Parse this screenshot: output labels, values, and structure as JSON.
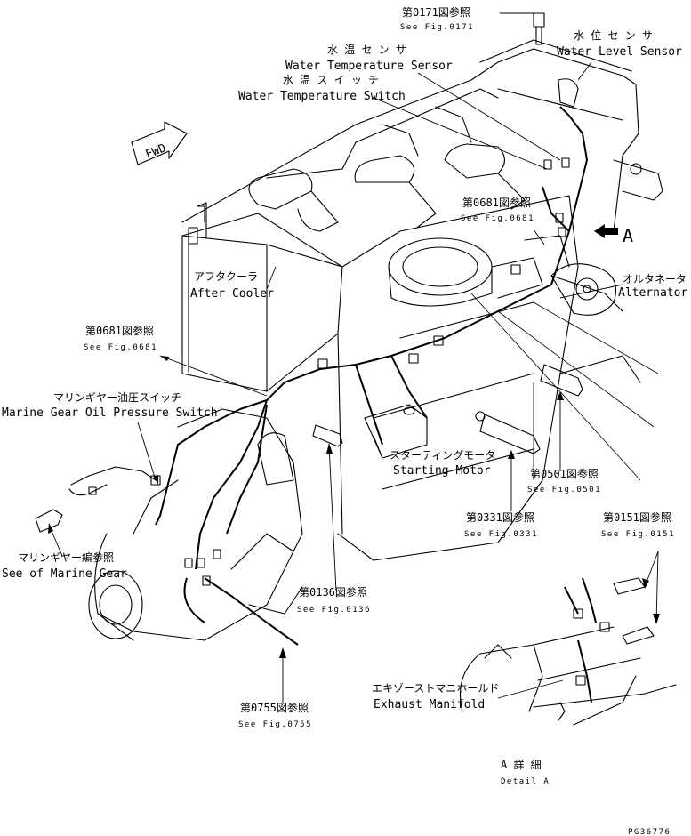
{
  "drawing": {
    "code": "PG36776",
    "forward_badge": "FWD",
    "view_marker": "A"
  },
  "labels": {
    "ref_0171_jp": "第0171図参照",
    "ref_0171_en": "See Fig.0171",
    "water_level_sensor_jp": "水 位 セ ン サ",
    "water_level_sensor_en": "Water Level Sensor",
    "water_temp_sensor_jp": "水 温 セ ン サ",
    "water_temp_sensor_en": "Water Temperature Sensor",
    "water_temp_switch_jp": "水 温 ス イ ッ チ",
    "water_temp_switch_en": "Water Temperature Switch",
    "ref_0681_top_jp": "第0681図参照",
    "ref_0681_top_en": "See Fig.0681",
    "alternator_jp": "オルタネータ",
    "alternator_en": "Alternator",
    "after_cooler_jp": "アフタクーラ",
    "after_cooler_en": "After Cooler",
    "ref_0681_left_jp": "第0681図参照",
    "ref_0681_left_en": "See Fig.0681",
    "marine_gear_switch_jp": "マリンギヤー油圧スイッチ",
    "marine_gear_switch_en": "Marine Gear Oil Pressure Switch",
    "starting_motor_jp": "スターティングモータ",
    "starting_motor_en": "Starting Motor",
    "ref_0501_jp": "第0501図参照",
    "ref_0501_en": "See Fig.0501",
    "ref_0331_jp": "第0331図参照",
    "ref_0331_en": "See Fig.0331",
    "ref_0151_jp": "第0151図参照",
    "ref_0151_en": "See Fig.0151",
    "marine_gear_ref_jp": "マリンギヤー編参照",
    "marine_gear_ref_en": "See of Marine Gear",
    "ref_0136_jp": "第0136図参照",
    "ref_0136_en": "See Fig.0136",
    "exhaust_manifold_jp": "エキゾーストマニホールド",
    "exhaust_manifold_en": "Exhaust Manifold",
    "ref_0755_jp": "第0755図参照",
    "ref_0755_en": "See Fig.0755",
    "detail_jp": "A 詳 細",
    "detail_en": "Detail A"
  }
}
